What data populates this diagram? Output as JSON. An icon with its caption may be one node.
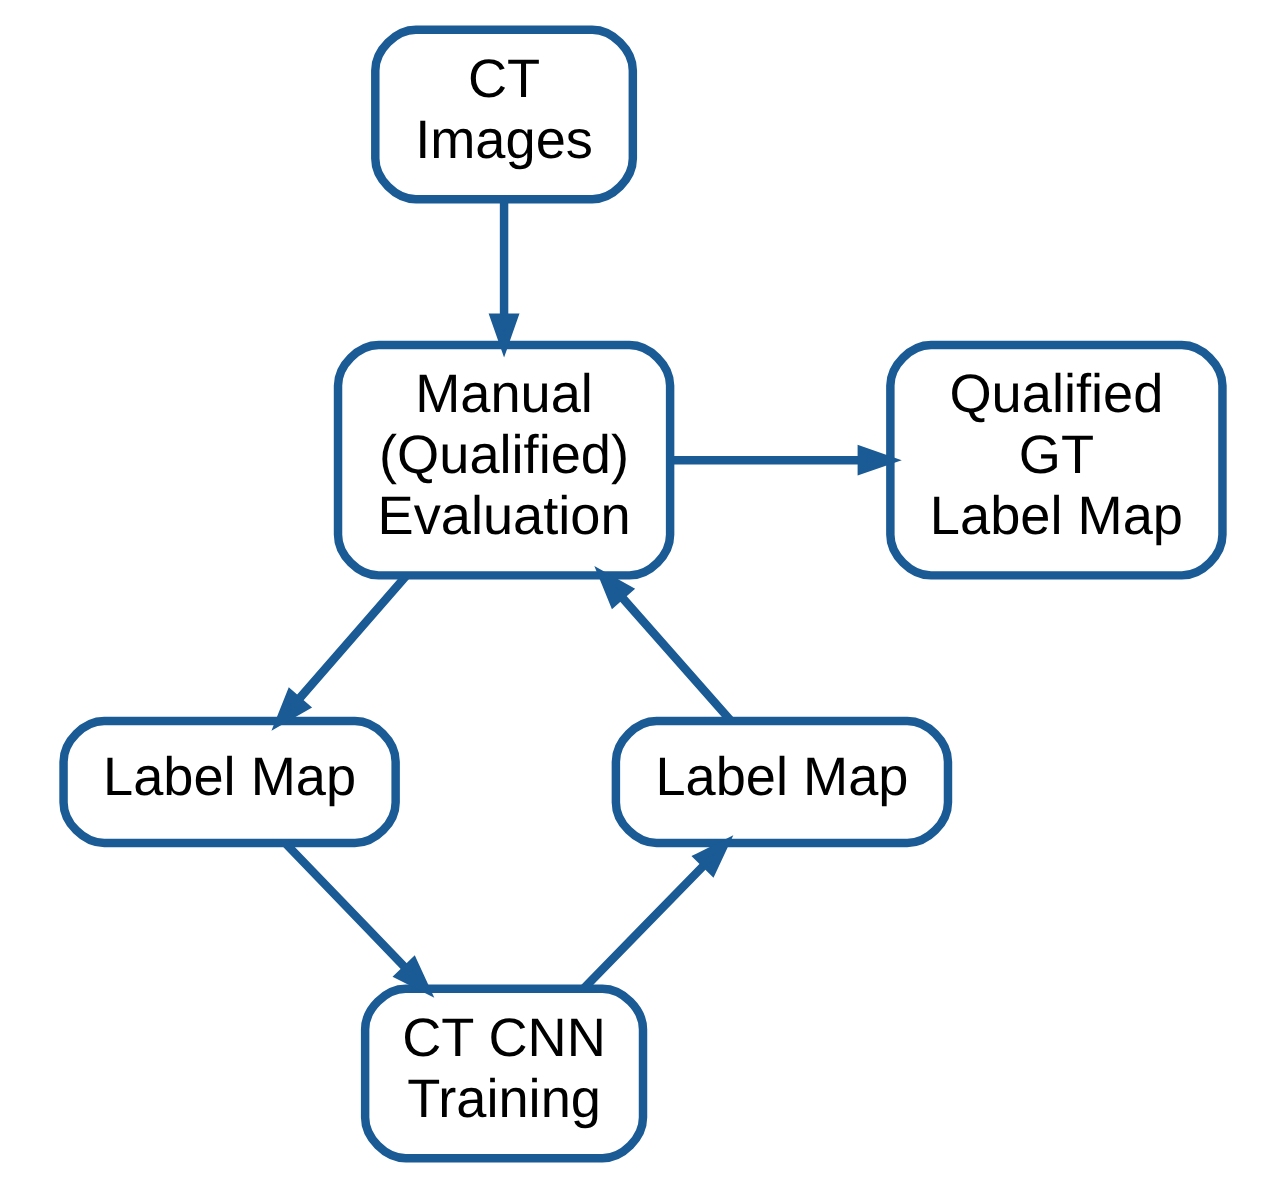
{
  "diagram": {
    "nodes": [
      {
        "text": [
          "CT Images"
        ]
      },
      {
        "text": [
          "Manual (Qualified) Evaluation"
        ]
      },
      {
        "text": [
          "Qualified GT Label Map"
        ]
      },
      {
        "text": [
          "Label Map"
        ]
      },
      {
        "text": [
          "CT CNN Training"
        ]
      },
      {
        "text": [
          "Label Map"
        ]
      }
    ],
    "edges": [
      {
        "from": 0,
        "to": 1,
        "arrow": "to"
      },
      {
        "from": 1,
        "to": 2,
        "arrow": "to"
      },
      {
        "from": 1,
        "to": 3,
        "arrow": "to"
      },
      {
        "from": 3,
        "to": 4,
        "arrow": "to"
      },
      {
        "from": 4,
        "to": 5,
        "arrow": "to"
      },
      {
        "from": 5,
        "to": 1,
        "arrow": "to"
      }
    ]
  }
}
